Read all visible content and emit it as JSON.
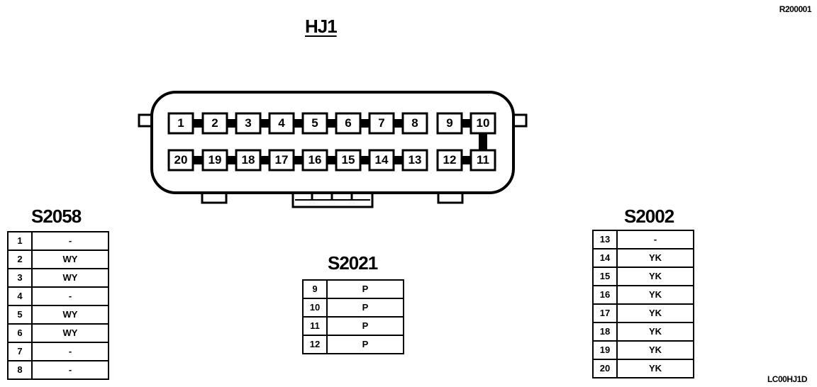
{
  "ref_top": "R200001",
  "ref_bottom": "LC00HJ1D",
  "connector": {
    "title": "HJ1",
    "top_pins": [
      "1",
      "2",
      "3",
      "4",
      "5",
      "6",
      "7",
      "8",
      "9",
      "10"
    ],
    "bottom_pins": [
      "20",
      "19",
      "18",
      "17",
      "16",
      "15",
      "14",
      "13",
      "12",
      "11"
    ]
  },
  "tables": {
    "s2058": {
      "title": "S2058",
      "rows": [
        {
          "pin": "1",
          "wire": "-"
        },
        {
          "pin": "2",
          "wire": "WY"
        },
        {
          "pin": "3",
          "wire": "WY"
        },
        {
          "pin": "4",
          "wire": "-"
        },
        {
          "pin": "5",
          "wire": "WY"
        },
        {
          "pin": "6",
          "wire": "WY"
        },
        {
          "pin": "7",
          "wire": "-"
        },
        {
          "pin": "8",
          "wire": "-"
        }
      ]
    },
    "s2021": {
      "title": "S2021",
      "rows": [
        {
          "pin": "9",
          "wire": "P"
        },
        {
          "pin": "10",
          "wire": "P"
        },
        {
          "pin": "11",
          "wire": "P"
        },
        {
          "pin": "12",
          "wire": "P"
        }
      ]
    },
    "s2002": {
      "title": "S2002",
      "rows": [
        {
          "pin": "13",
          "wire": "-"
        },
        {
          "pin": "14",
          "wire": "YK"
        },
        {
          "pin": "15",
          "wire": "YK"
        },
        {
          "pin": "16",
          "wire": "YK"
        },
        {
          "pin": "17",
          "wire": "YK"
        },
        {
          "pin": "18",
          "wire": "YK"
        },
        {
          "pin": "19",
          "wire": "YK"
        },
        {
          "pin": "20",
          "wire": "YK"
        }
      ]
    }
  }
}
